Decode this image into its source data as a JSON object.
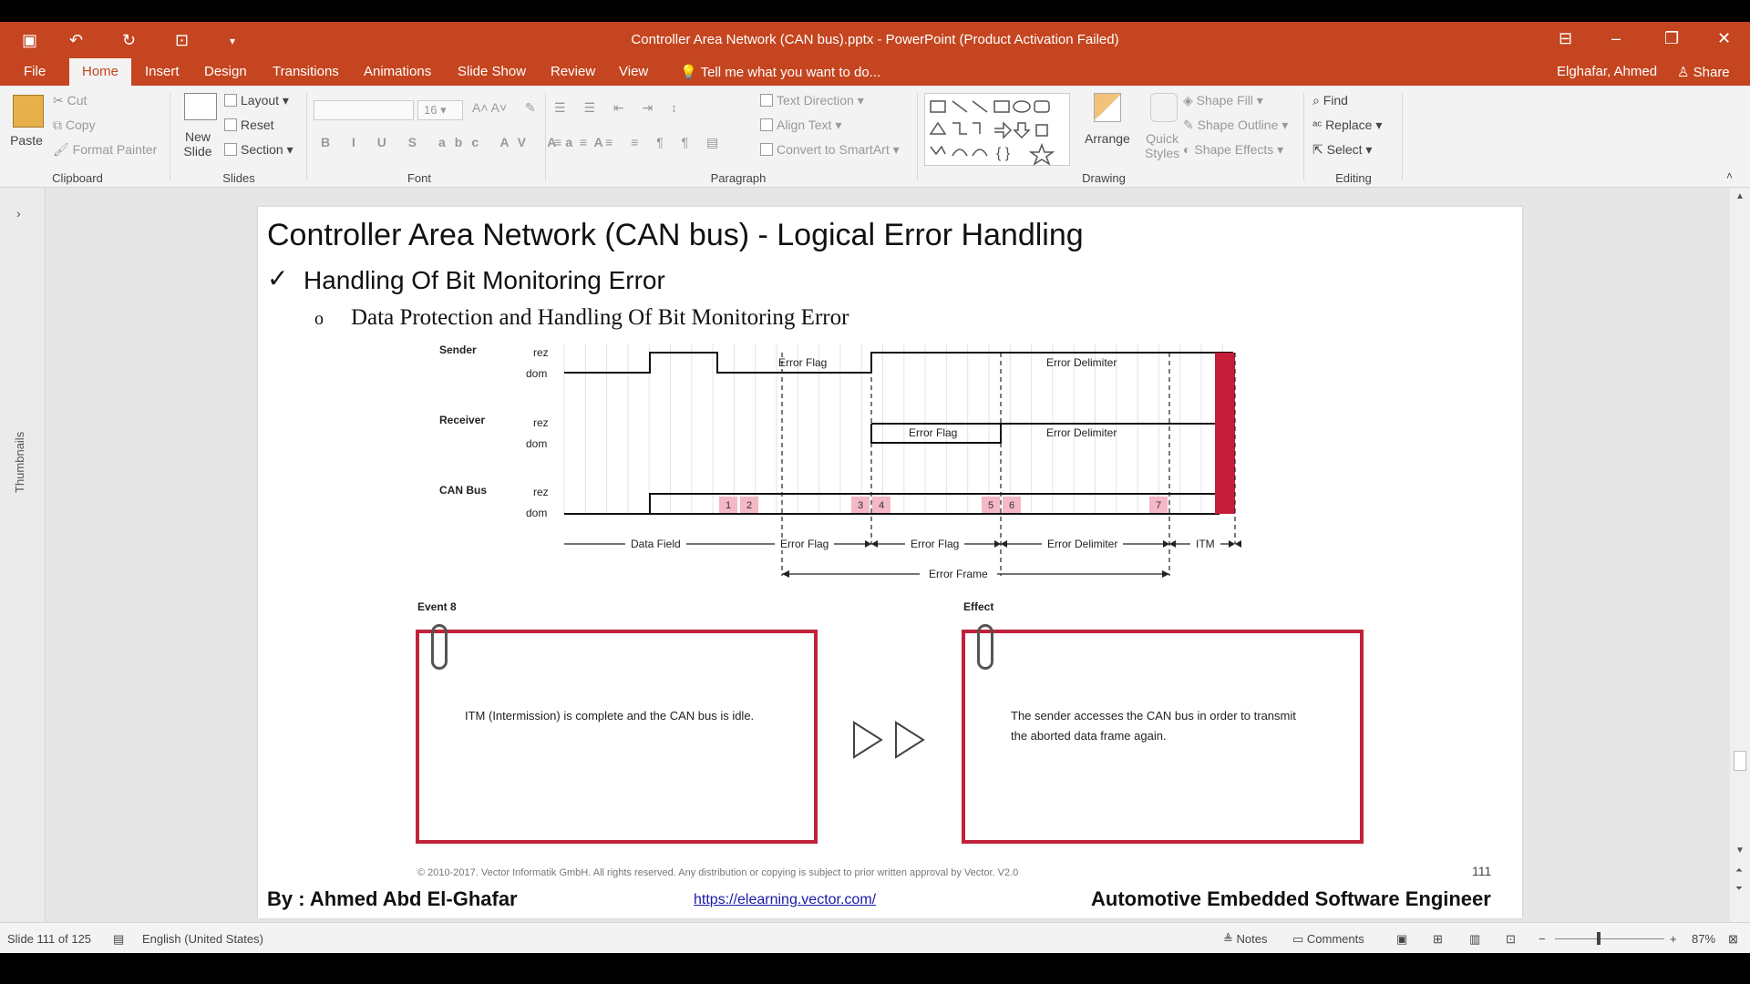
{
  "window": {
    "title": "Controller Area Network (CAN bus).pptx - PowerPoint (Product Activation Failed)"
  },
  "tabs": [
    "File",
    "Home",
    "Insert",
    "Design",
    "Transitions",
    "Animations",
    "Slide Show",
    "Review",
    "View"
  ],
  "tell_me": "Tell me what you want to do...",
  "user": "Elghafar, Ahmed",
  "share": "Share",
  "ribbon": {
    "clipboard": {
      "paste": "Paste",
      "cut": "Cut",
      "copy": "Copy",
      "format_painter": "Format Painter",
      "label": "Clipboard"
    },
    "slides": {
      "new_slide_1": "New",
      "new_slide_2": "Slide",
      "layout": "Layout",
      "reset": "Reset",
      "section": "Section",
      "label": "Slides"
    },
    "font": {
      "size": "16",
      "label": "Font"
    },
    "paragraph": {
      "text_direction": "Text Direction",
      "align_text": "Align Text",
      "convert": "Convert to SmartArt",
      "label": "Paragraph"
    },
    "drawing": {
      "arrange": "Arrange",
      "quick_styles_1": "Quick",
      "quick_styles_2": "Styles",
      "shape_fill": "Shape Fill",
      "shape_outline": "Shape Outline",
      "shape_effects": "Shape Effects",
      "label": "Drawing"
    },
    "editing": {
      "find": "Find",
      "replace": "Replace",
      "select": "Select",
      "label": "Editing"
    }
  },
  "thumbnails_label": "Thumbnails",
  "slide": {
    "title": "Controller Area Network (CAN bus) - Logical Error Handling",
    "check_mark": "✓",
    "bullet1": "Handling Of Bit Monitoring Error",
    "sub_marker": "o",
    "bullet2": "Data Protection and Handling Of Bit Monitoring Error",
    "diagram": {
      "rows": [
        "Sender",
        "Receiver",
        "CAN Bus"
      ],
      "rez": "rez",
      "dom": "dom",
      "sender_labels": [
        "Error Flag",
        "Error Delimiter"
      ],
      "receiver_labels": [
        "Error Flag",
        "Error Delimiter"
      ],
      "markers": [
        "1",
        "2",
        "3",
        "4",
        "5",
        "6",
        "7"
      ],
      "segments": [
        "Data Field",
        "Error Flag",
        "Error Flag",
        "Error Delimiter",
        "ITM"
      ],
      "frame": "Error Frame"
    },
    "event_label": "Event 8",
    "effect_label": "Effect",
    "event_text": "ITM (Intermission) is complete and the CAN bus is idle.",
    "effect_text_1": "The sender accesses the CAN bus in order to transmit",
    "effect_text_2": "the aborted data frame again.",
    "copyright": "© 2010-2017. Vector Informatik GmbH. All rights reserved. Any distribution or copying is subject to prior written approval by Vector. V2.0",
    "page": "111",
    "author": "By : Ahmed Abd El-Ghafar",
    "link": "https://elearning.vector.com/",
    "role": "Automotive Embedded Software Engineer"
  },
  "status": {
    "slide": "Slide 111 of 125",
    "language": "English (United States)",
    "notes": "Notes",
    "comments": "Comments",
    "zoom": "87%"
  },
  "colors": {
    "accent": "#c4451f",
    "box_border": "#c0223a",
    "marker": "#f4b8c6",
    "itm": "#c41e3a"
  }
}
